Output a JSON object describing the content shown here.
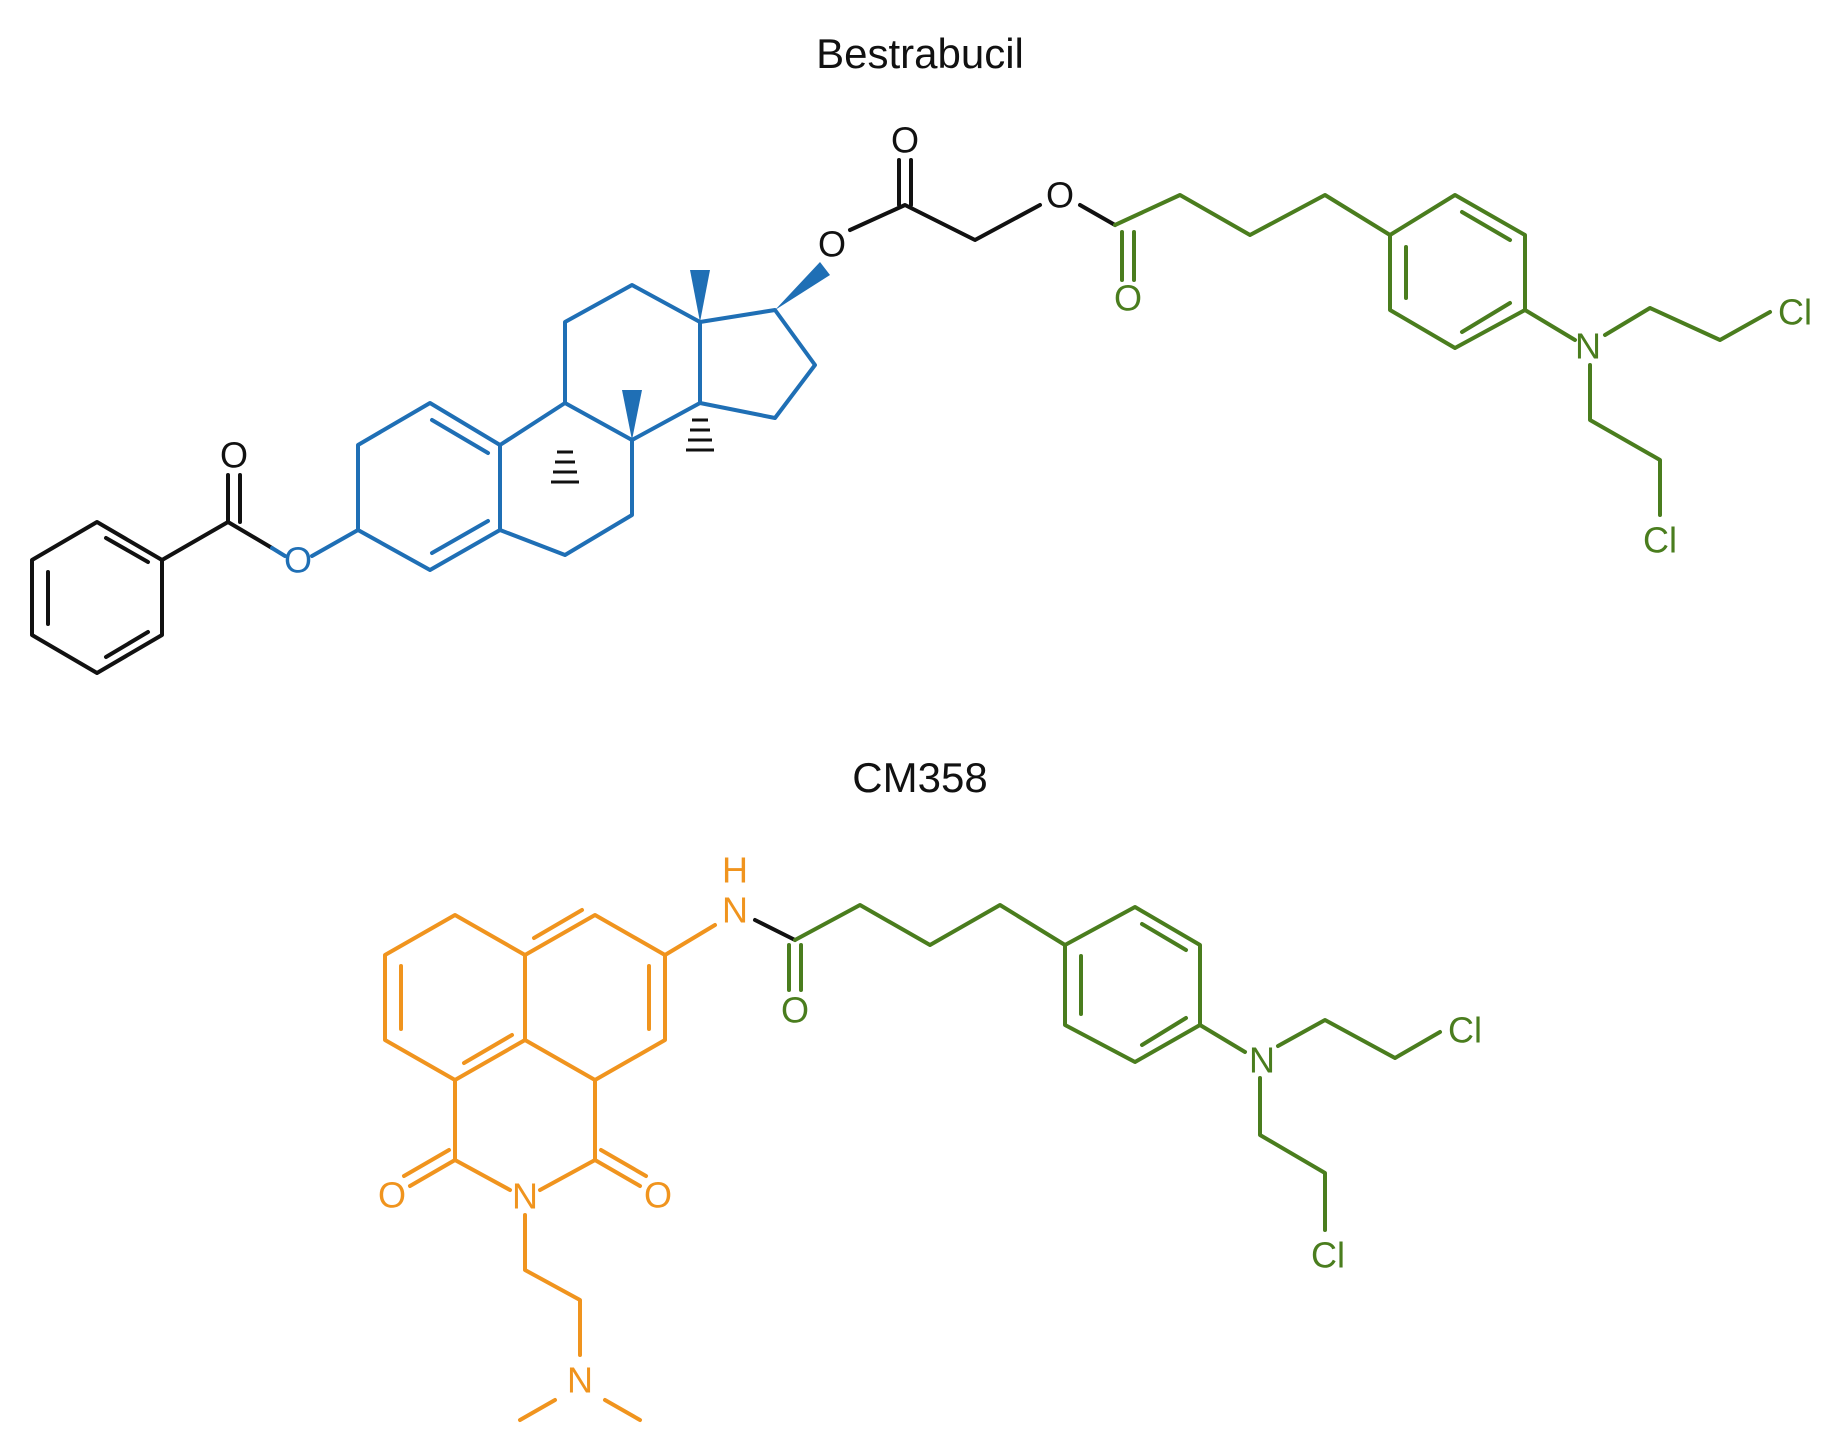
{
  "molecules": [
    {
      "name": "Bestrabucil"
    },
    {
      "name": "CM358"
    }
  ],
  "atom_labels": {
    "oxygen": "O",
    "nitrogen": "N",
    "hydrogen": "H",
    "chlorine": "Cl"
  },
  "colors": {
    "steroid_core": "#1f6fb5",
    "nitrogen_mustard": "#4a7d1e",
    "naphthalimide": "#f0941e",
    "linker": "#111111"
  }
}
